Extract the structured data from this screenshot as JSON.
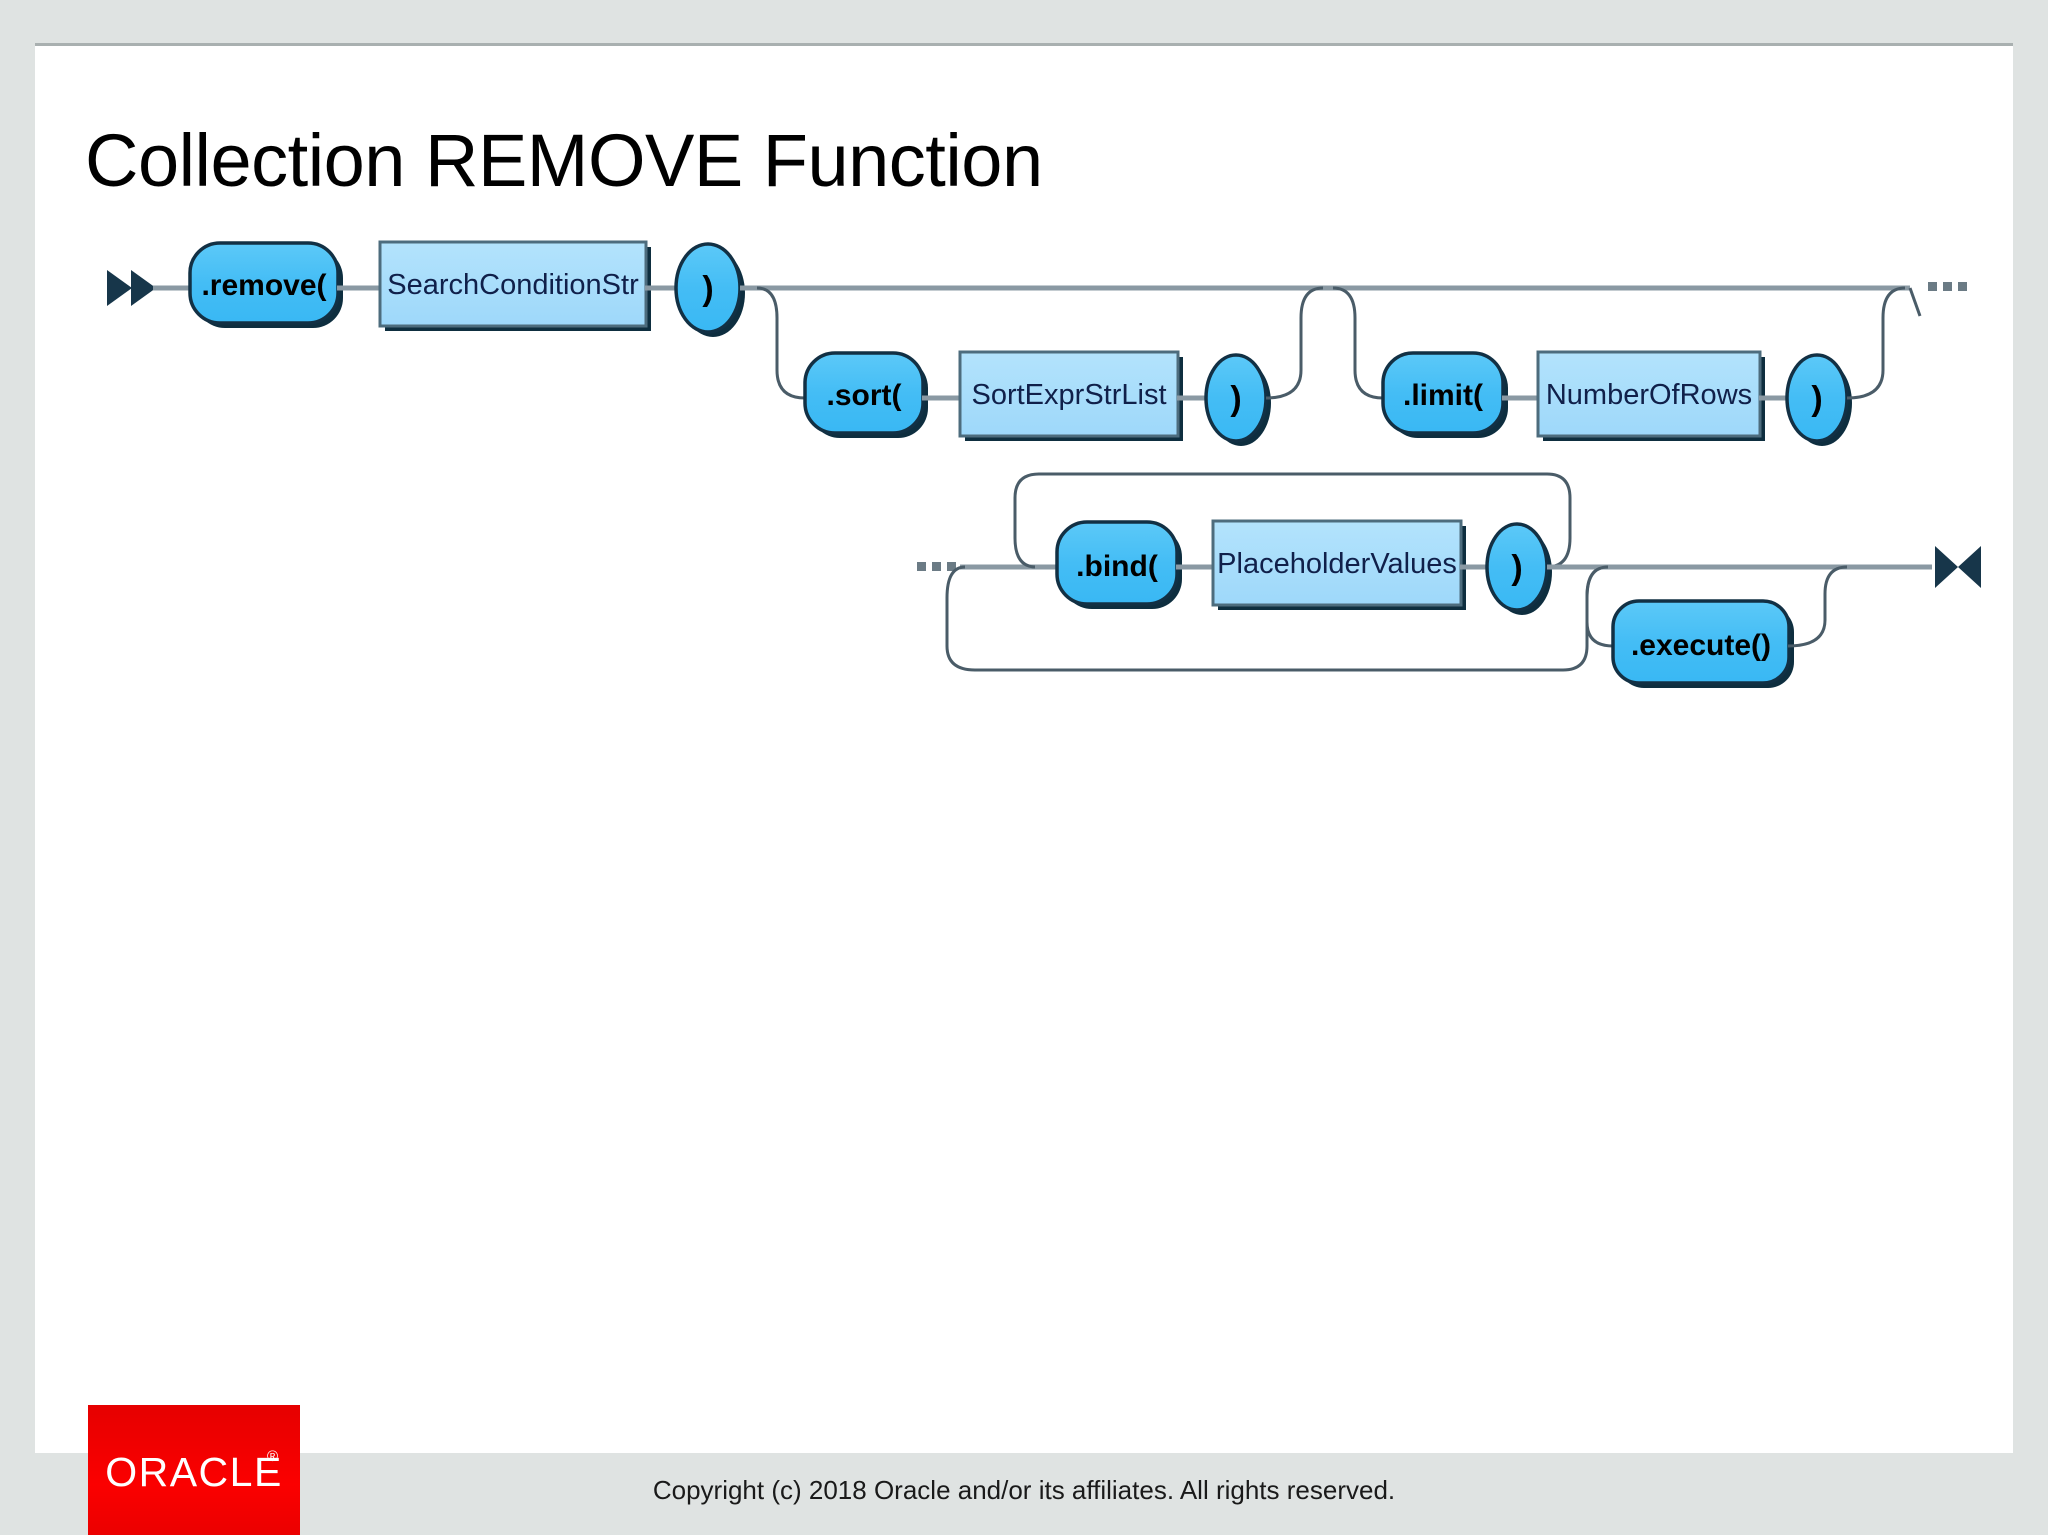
{
  "slide": {
    "title": "Collection REMOVE Function",
    "footer": {
      "copyright": "Copyright (c) 2018 Oracle and/or its affiliates. All rights reserved.",
      "logo_text": "ORACLE",
      "logo_tm": "®",
      "logo_color": "#f00000",
      "band_color": "#dfe3e2"
    }
  },
  "diagram": {
    "type": "railroad-syntax-diagram",
    "colors": {
      "terminal_fill": "#4ec3f7",
      "nonterminal_fill": "#a7ddfb",
      "border": "#123044",
      "line": "#8a99a3",
      "shadow": "#0e2e3f"
    },
    "start_marker": "double-arrow-start",
    "end_marker": "bowtie-end",
    "nodes": {
      "remove": {
        "label": ".remove(",
        "kind": "terminal"
      },
      "search_condition_str": {
        "label": "SearchConditionStr",
        "kind": "nonterminal"
      },
      "close_paren_1": {
        "label": ")",
        "kind": "terminal"
      },
      "sort": {
        "label": ".sort(",
        "kind": "terminal"
      },
      "sort_expr_str_list": {
        "label": "SortExprStrList",
        "kind": "nonterminal"
      },
      "close_paren_2": {
        "label": ")",
        "kind": "terminal"
      },
      "limit": {
        "label": ".limit(",
        "kind": "terminal"
      },
      "number_of_rows": {
        "label": "NumberOfRows",
        "kind": "nonterminal"
      },
      "close_paren_3": {
        "label": ")",
        "kind": "terminal"
      },
      "bind": {
        "label": ".bind(",
        "kind": "terminal"
      },
      "placeholder_values": {
        "label": "PlaceholderValues",
        "kind": "nonterminal"
      },
      "close_paren_4": {
        "label": ")",
        "kind": "terminal"
      },
      "execute": {
        "label": ".execute()",
        "kind": "terminal"
      }
    },
    "continuation_marker": "…",
    "rows": [
      {
        "name": "row-1",
        "items": [
          ".remove(",
          "SearchConditionStr",
          ")"
        ]
      },
      {
        "name": "row-2",
        "items": [
          ".sort(",
          "SortExprStrList",
          ")",
          ".limit(",
          "NumberOfRows",
          ")"
        ]
      },
      {
        "name": "row-3",
        "items": [
          ".bind(",
          "PlaceholderValues",
          ")",
          ".execute()"
        ]
      }
    ]
  }
}
